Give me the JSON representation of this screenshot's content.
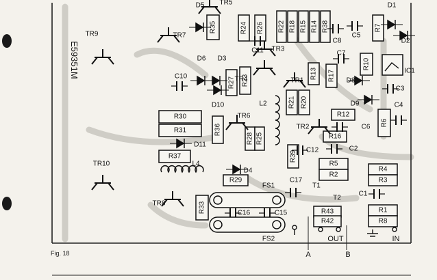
{
  "figure_caption": "Fig. 18",
  "board_mirror_text": "E59351M",
  "components": {
    "transistors": [
      "TR9",
      "TR7",
      "TR5",
      "TR3",
      "TR4",
      "TR1",
      "TR2",
      "TR6",
      "TR10",
      "TR8"
    ],
    "resistors": [
      "R35",
      "R24",
      "R26",
      "R22",
      "R18",
      "R15",
      "R14",
      "R38",
      "R7",
      "R10",
      "R27",
      "R23",
      "R13",
      "R17",
      "R21",
      "R20",
      "R12",
      "R6",
      "R30",
      "R31",
      "R36",
      "R28",
      "R25",
      "R16",
      "R37",
      "R39",
      "R5",
      "R2",
      "R4",
      "R3",
      "R29",
      "R33",
      "R43",
      "R42",
      "R1",
      "R8"
    ],
    "capacitors": [
      "C5",
      "C8",
      "C11",
      "C7",
      "C10",
      "C3",
      "C4",
      "C6",
      "C2",
      "C12",
      "C17",
      "C1",
      "C16",
      "C15"
    ],
    "diodes": [
      "D5",
      "D1",
      "D2",
      "D6",
      "D3",
      "D8",
      "D10",
      "D9",
      "D11",
      "D4"
    ],
    "ic": [
      "IC1"
    ],
    "coils": [
      "L2",
      "L4"
    ],
    "fuses": [
      "FS1",
      "FS2"
    ],
    "terminals": [
      "OUT",
      "IN"
    ],
    "pointers": [
      "A",
      "B"
    ],
    "other_labels": [
      "T1",
      "T2"
    ]
  }
}
